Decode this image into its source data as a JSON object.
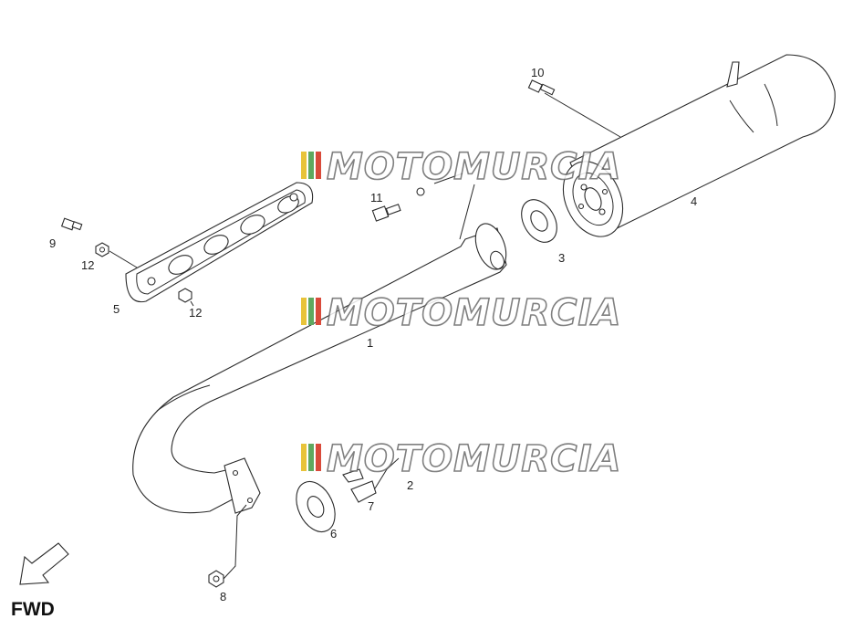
{
  "watermark": {
    "text": "MOTOMURCIA",
    "stripe_colors": [
      "#e8c33a",
      "#5fa85f",
      "#d94a3a"
    ]
  },
  "fwd_label": "FWD",
  "callouts": {
    "c1": "1",
    "c2": "2",
    "c3": "3",
    "c4": "4",
    "c5": "5",
    "c6": "6",
    "c7": "7",
    "c8": "8",
    "c9": "9",
    "c10": "10",
    "c11": "11",
    "c12a": "12",
    "c12b": "12"
  }
}
